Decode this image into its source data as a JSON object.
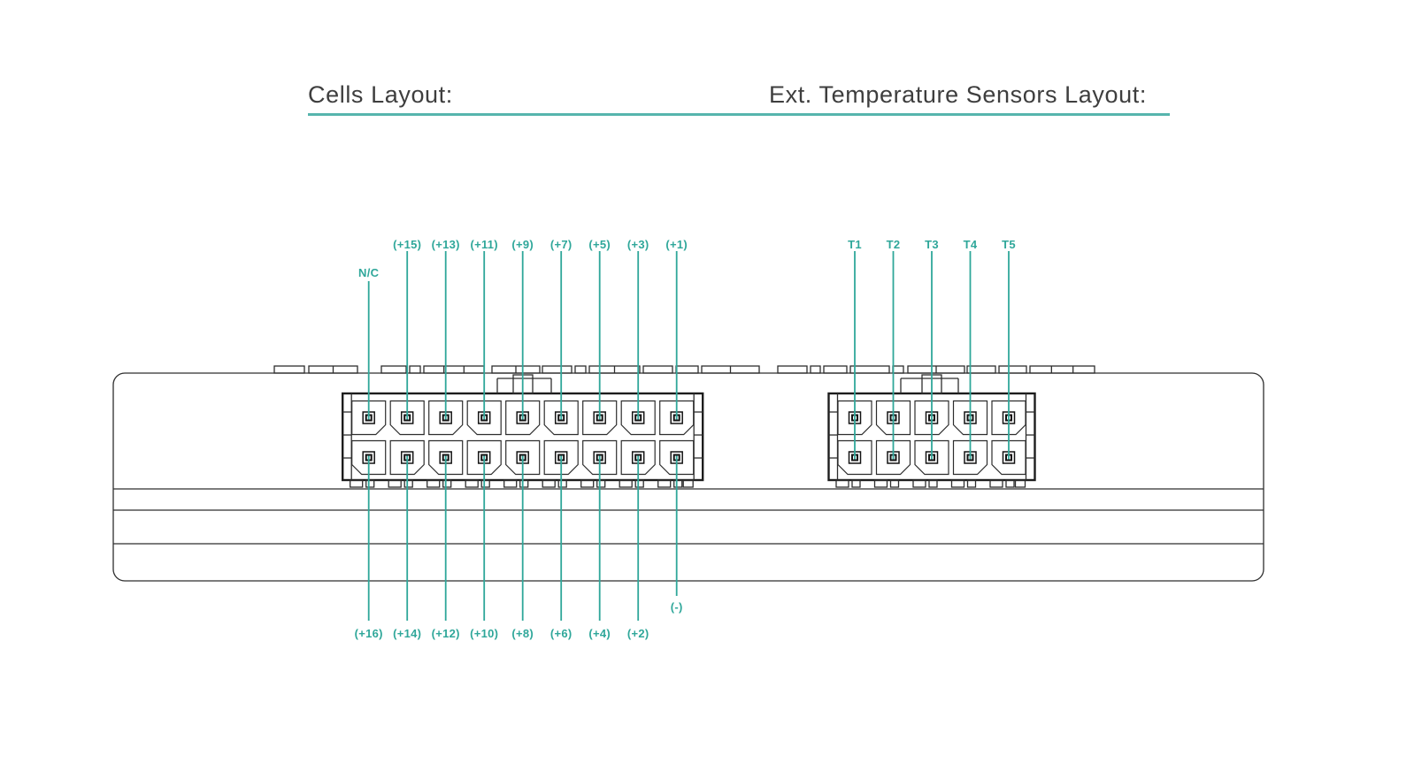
{
  "titles": {
    "cells": "Cells Layout:",
    "ext_temp": "Ext. Temperature Sensors Layout:"
  },
  "colors": {
    "accent_teal": "#2fa79a",
    "underline_teal": "#56b5ad",
    "drawing_line": "#2e2e2e",
    "title_text": "#3e3e3e"
  },
  "cells_connector": {
    "name": "cells-balance-connector",
    "rows": 2,
    "columns": 9,
    "top_pin_labels": [
      "N/C",
      "(+15)",
      "(+13)",
      "(+11)",
      "(+9)",
      "(+7)",
      "(+5)",
      "(+3)",
      "(+1)"
    ],
    "bottom_pin_labels": [
      "(+16)",
      "(+14)",
      "(+12)",
      "(+10)",
      "(+8)",
      "(+6)",
      "(+4)",
      "(+2)",
      "(-)"
    ]
  },
  "temp_connector": {
    "name": "ext-temperature-sensors-connector",
    "rows": 2,
    "columns": 5,
    "sensor_labels": [
      "T1",
      "T2",
      "T3",
      "T4",
      "T5"
    ]
  }
}
